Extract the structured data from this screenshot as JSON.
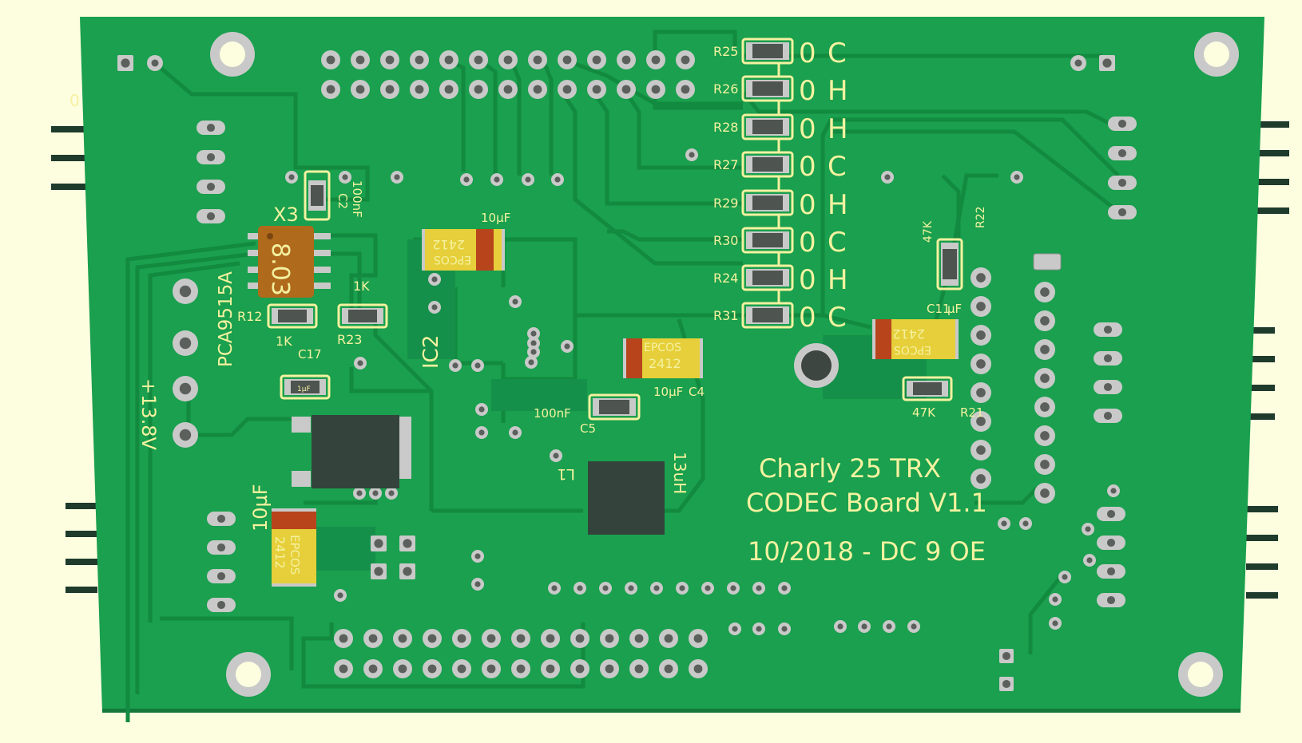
{
  "board": {
    "title_line1": "Charly 25 TRX",
    "title_line2": "CODEC Board V1.1",
    "date_line": "10/2018 - DC 9 OE",
    "colors": {
      "background": "#fdfde0",
      "pcb": "#1aa04e",
      "trace": "#128a3f",
      "silkscreen": "#f4f2a0",
      "pad": "#c9c9c9",
      "tantalum_body": "#e6cf3a",
      "tantalum_band": "#b8441c",
      "ic_body": "#34443c",
      "crystal_body": "#b06a1c"
    }
  },
  "labels": {
    "x3": "X3",
    "x3_marking": "8.03",
    "c2": "C2",
    "c2_val": "100nF",
    "pca": "PCA9515A",
    "r12": "R12",
    "r12_val": "1K",
    "r23": "R23",
    "r23_val": "1K",
    "c17": "C17",
    "c17_body": "1µF",
    "supply": "+13.8V",
    "c_left_val": "10µF",
    "cap_brand": "EPCOS",
    "cap_code": "2412",
    "c_top_val": "10µF",
    "ic2": "IC2",
    "c4_val": "10µF",
    "c4": "C4",
    "c5_val": "100nF",
    "c5": "C5",
    "l1": "L1",
    "l1_val": "13uH",
    "r25": "R25",
    "r26": "R26",
    "r28": "R28",
    "r27": "R27",
    "r29": "R29",
    "r30": "R30",
    "r24": "R24",
    "r31": "R31",
    "r0": "0",
    "h": "H",
    "c": "C",
    "r22_val": "47K",
    "r22": "R22",
    "c_right": "C11",
    "c_right_val": "µF",
    "r21_val": "47K",
    "r21": "R21",
    "corner_zero": "0"
  }
}
